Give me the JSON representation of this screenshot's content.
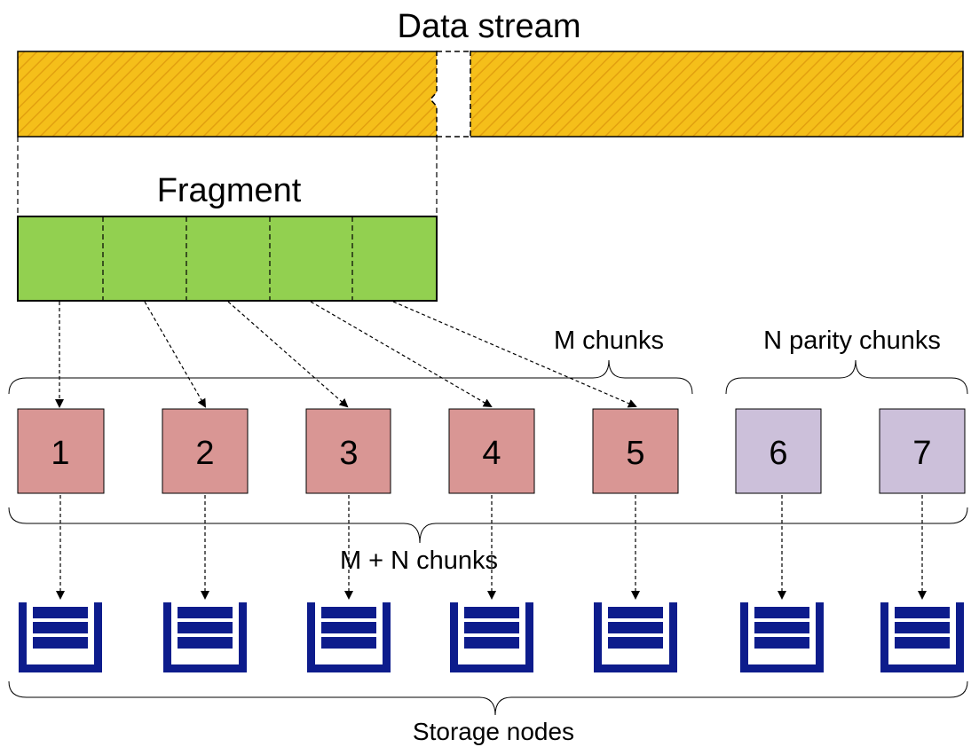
{
  "title": "Data stream",
  "fragment_label": "Fragment",
  "m_chunks_label": "M chunks",
  "n_parity_label": "N parity chunks",
  "mn_chunks_label": "M + N chunks",
  "storage_label": "Storage nodes",
  "data_chunks": [
    "1",
    "2",
    "3",
    "4",
    "5"
  ],
  "parity_chunks": [
    "6",
    "7"
  ],
  "storage_node_count": 7,
  "colors": {
    "stream_fill": "#f5bf1a",
    "stream_hatch": "#e2a00f",
    "fragment_fill": "#92d050",
    "data_chunk_fill": "#d99694",
    "parity_chunk_fill": "#ccc0da",
    "storage_node": "#0d1c8c",
    "outline": "#000000"
  }
}
